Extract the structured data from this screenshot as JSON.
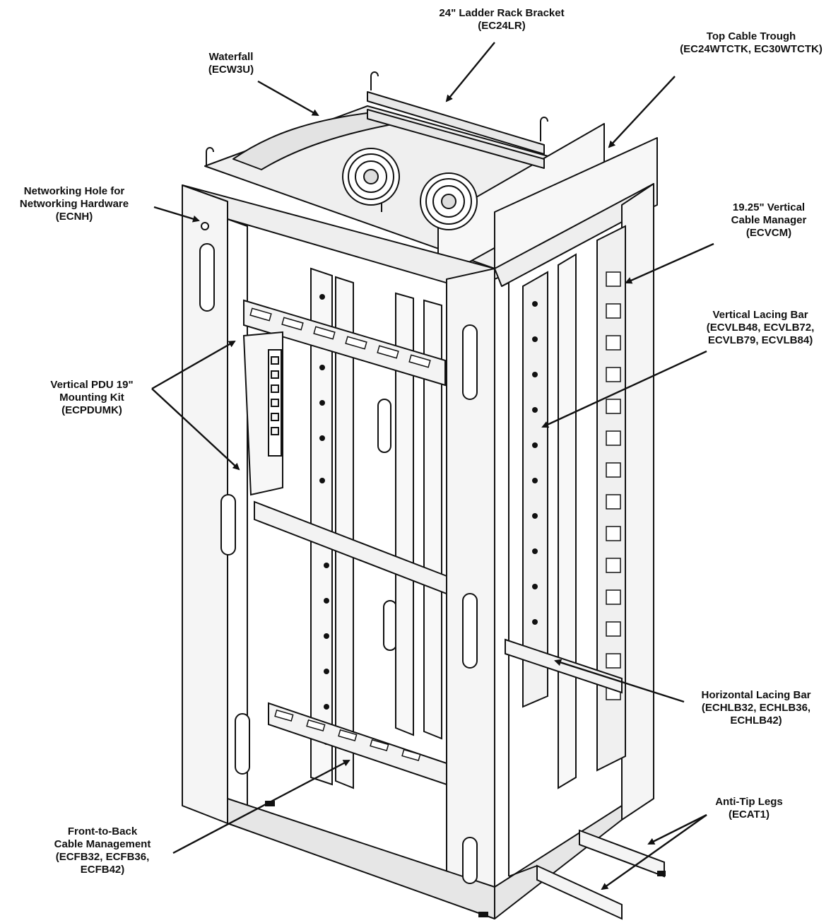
{
  "callouts": {
    "ladder_rack_bracket": {
      "line1": "24\" Ladder Rack Bracket",
      "line2": "(EC24LR)"
    },
    "top_cable_trough": {
      "line1": "Top Cable Trough",
      "line2": "(EC24WTCTK, EC30WTCTK)"
    },
    "waterfall": {
      "line1": "Waterfall",
      "line2": "(ECW3U)"
    },
    "networking_hole": {
      "line1": "Networking Hole for",
      "line2": "Networking Hardware",
      "line3": "(ECNH)"
    },
    "vertical_cable_manager": {
      "line1": "19.25\" Vertical",
      "line2": "Cable Manager",
      "line3": "(ECVCM)"
    },
    "vertical_lacing_bar": {
      "line1": "Vertical Lacing Bar",
      "line2": "(ECVLB48, ECVLB72,",
      "line3": "ECVLB79, ECVLB84)"
    },
    "vertical_pdu_kit": {
      "line1": "Vertical PDU 19\"",
      "line2": "Mounting Kit",
      "line3": "(ECPDUMK)"
    },
    "horizontal_lacing_bar": {
      "line1": "Horizontal Lacing Bar",
      "line2": "(ECHLB32, ECHLB36,",
      "line3": "ECHLB42)"
    },
    "anti_tip_legs": {
      "line1": "Anti-Tip Legs",
      "line2": "(ECAT1)"
    },
    "front_to_back": {
      "line1": "Front-to-Back",
      "line2": "Cable Management",
      "line3": "(ECFB32, ECFB36,",
      "line4": "ECFB42)"
    }
  },
  "colors": {
    "ink": "#111111",
    "panel": "#f2f2f2",
    "shade": "#d9d9d9",
    "background": "#ffffff"
  }
}
